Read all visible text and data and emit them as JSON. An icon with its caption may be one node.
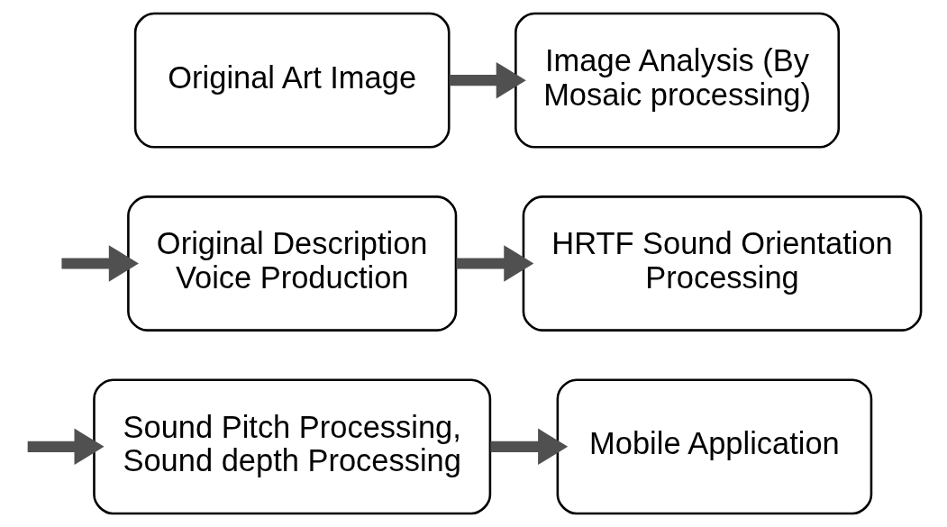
{
  "diagram": {
    "nodes": [
      {
        "text": [
          "Original Art Image"
        ]
      },
      {
        "text": [
          "Image Analysis (By Mosaic processing)"
        ]
      },
      {
        "text": [
          "Original Description Voice Production"
        ]
      },
      {
        "text": [
          "HRTF Sound Orientation Processing"
        ]
      },
      {
        "text": [
          "Sound Pitch Processing, Sound depth Processing"
        ]
      },
      {
        "text": [
          "Mobile Application"
        ]
      }
    ],
    "edges": [
      {
        "from": 0,
        "to": 1,
        "arrow": "to"
      },
      {
        "from": null,
        "to": 2,
        "arrow": "to"
      },
      {
        "from": 2,
        "to": 3,
        "arrow": "to"
      },
      {
        "from": null,
        "to": 4,
        "arrow": "to"
      },
      {
        "from": 4,
        "to": 5,
        "arrow": "to"
      }
    ]
  }
}
